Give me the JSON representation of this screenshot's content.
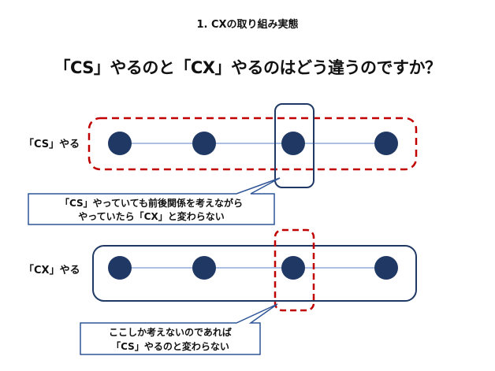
{
  "section_title": "1. CXの取り組み実態",
  "headline": "「CS」やるのと「CX」やるのはどう違うのですか？",
  "rows": [
    {
      "label": "「CS」やる"
    },
    {
      "label": "「CX」やる"
    }
  ],
  "callouts": [
    {
      "lines": [
        "「CS」やっていても前後関係を考えながら",
        "やっていたら「CX」と変わらない"
      ]
    },
    {
      "lines": [
        "ここしか考えないのであれば",
        "「CS」やるのと変わらない"
      ]
    }
  ],
  "colors": {
    "node": "#1f3864",
    "connector": "#8faadc",
    "dashed_frame": "#c00000",
    "solid_frame": "#1f3864",
    "callout_border": "#2f5597"
  }
}
